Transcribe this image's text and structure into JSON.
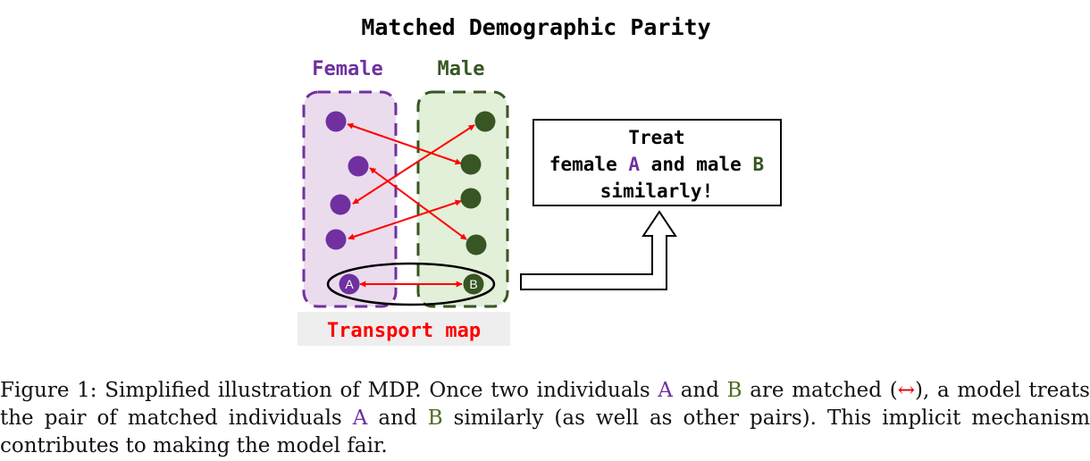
{
  "figure": {
    "title": "Matched Demographic Parity",
    "female_label": "Female",
    "male_label": "Male",
    "point_a_label": "A",
    "point_b_label": "B",
    "transport_label": "Transport map",
    "callout": {
      "line1": "Treat",
      "line2_prefix": "female ",
      "line2_a": "A",
      "line2_mid": " and male ",
      "line2_b": "B",
      "line3": "similarly!"
    },
    "colors": {
      "female": "#7030a0",
      "male": "#375623",
      "female_bg": "#eadcec",
      "male_bg": "#e2efd9",
      "arrow": "#ff0000",
      "transport_bg": "#eeeeee"
    }
  },
  "caption": {
    "p1": "Figure 1: Simplified illustration of MDP. Once two individuals ",
    "a1": "A",
    "p2": " and ",
    "b1": "B",
    "p3": " are matched (",
    "arrow_symbol": "↔",
    "p4": "), a model treats the pair of matched individuals ",
    "a2": "A",
    "p5": " and ",
    "b2": "B",
    "p6": " similarly (as well as other pairs). This implicit mechanism contributes to making the model fair."
  }
}
